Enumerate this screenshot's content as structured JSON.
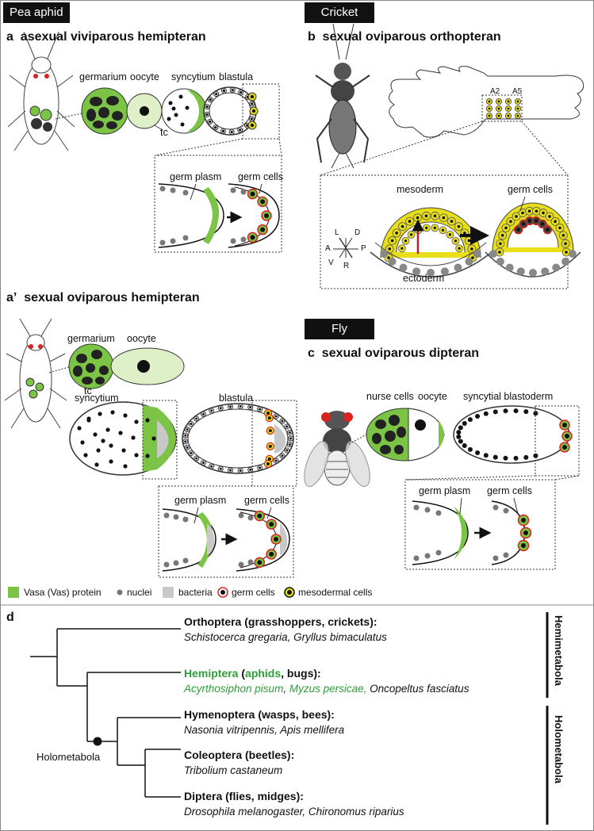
{
  "tags": {
    "pea_aphid": "Pea aphid",
    "cricket": "Cricket",
    "fly": "Fly"
  },
  "panel_a": {
    "letter": "a",
    "title": "asexual viviparous hemipteran",
    "labels": {
      "germarium": "germarium",
      "oocyte": "oocyte",
      "syncytium": "syncytium",
      "blastula": "blastula",
      "tc": "tc",
      "germ_plasm": "germ plasm",
      "germ_cells": "germ cells"
    }
  },
  "panel_b": {
    "letter": "b",
    "title": "sexual oviparous orthopteran",
    "labels": {
      "a2": "A2",
      "a5": "A5",
      "mesoderm": "mesoderm",
      "germ_cells": "germ cells",
      "ectoderm": "ectoderm",
      "L": "L",
      "D": "D",
      "A": "A",
      "P": "P",
      "V": "V",
      "R": "R"
    }
  },
  "panel_a2": {
    "letter": "a’",
    "title": "sexual oviparous hemipteran",
    "labels": {
      "germarium": "germarium",
      "oocyte": "oocyte",
      "tc": "tc",
      "syncytium": "syncytium",
      "blastula": "blastula",
      "germ_plasm": "germ plasm",
      "germ_cells": "germ cells"
    }
  },
  "panel_c": {
    "letter": "c",
    "title": "sexual oviparous dipteran",
    "labels": {
      "nurse_cells": "nurse cells",
      "oocyte": "oocyte",
      "syncytial_blastoderm": "syncytial blastoderm",
      "germ_plasm": "germ plasm",
      "germ_cells": "germ cells"
    }
  },
  "legend": {
    "vasa": "Vasa (Vas) protein",
    "nuclei": "nuclei",
    "bacteria": "bacteria",
    "germ_cells": "germ cells",
    "mesodermal": "mesodermal cells"
  },
  "panel_d": {
    "letter": "d",
    "holometabola_node": "Holometabola",
    "side_hemimetabola": "Hemimetabola",
    "side_holometabola": "Holometabola",
    "taxa": [
      {
        "order": "Orthoptera",
        "common": "(grasshoppers, crickets):",
        "species_1": "Schistocerca gregaria",
        "sep": ", ",
        "species_2": "Gryllus bimaculatus"
      },
      {
        "order": "Hemiptera",
        "open": " (",
        "aphids": "aphids",
        "common_rest": ", bugs):",
        "species_1": "Acyrthosiphon pisum",
        "sep": ", ",
        "species_2": "Myzus persicae,",
        "species_3": " Oncopeltus fasciatus"
      },
      {
        "order": "Hymenoptera",
        "common": "(wasps, bees):",
        "species_1": "Nasonia vitripennis",
        "sep": ", ",
        "species_2": "Apis mellifera"
      },
      {
        "order": "Coleoptera",
        "common": "(beetles):",
        "species_1": "Tribolium castaneum"
      },
      {
        "order": "Diptera",
        "common": "(flies, midges):",
        "species_1": "Drosophila melanogaster",
        "sep": ", ",
        "species_2": "Chironomus riparius"
      }
    ]
  },
  "colors": {
    "vasa_green": "#7cc445",
    "light_green": "#dff0c8",
    "nucleus": "#777777",
    "germ_red": "#d9231c",
    "meso_yellow": "#e8df1a",
    "bacteria": "#c8c8c8",
    "text_green": "#2e9e3a"
  }
}
